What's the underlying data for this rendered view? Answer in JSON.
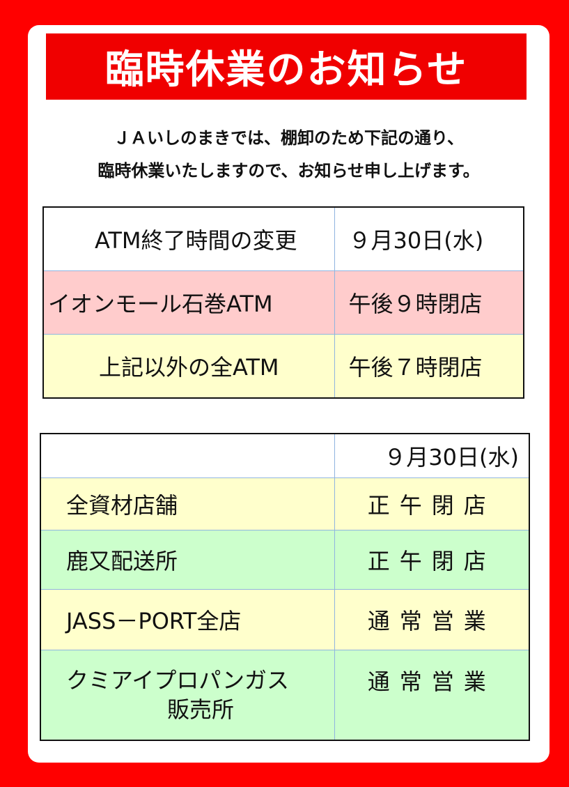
{
  "title": "臨時休業のお知らせ",
  "intro": {
    "line1": "ＪＡいしのまきでは、棚卸のため下記の通り、",
    "line2": "臨時休業いたしますので、お知らせ申し上げます。"
  },
  "atm_table": {
    "rows": [
      {
        "name": "ATM終了時間の変更",
        "value": "９月30日(水)"
      },
      {
        "name": "イオンモール石巻ATM",
        "value": "午後９時閉店"
      },
      {
        "name": "上記以外の全ATM",
        "value": "午後７時閉店"
      }
    ]
  },
  "store_table": {
    "header_date": "９月30日(水)",
    "rows": [
      {
        "name": "全資材店舗",
        "value": "正午閉店"
      },
      {
        "name": "鹿又配送所",
        "value": "正午閉店"
      },
      {
        "name": "JASS－PORT全店",
        "value": "通常営業"
      },
      {
        "name_line1": "クミアイプロパンガス",
        "name_line2": "販売所",
        "value": "通常営業"
      }
    ]
  },
  "colors": {
    "background_red": "#ff0000",
    "title_bar": "#f00000",
    "row_pink": "#ffcccc",
    "row_yellow": "#ffffcc",
    "row_green": "#ccffcc"
  }
}
